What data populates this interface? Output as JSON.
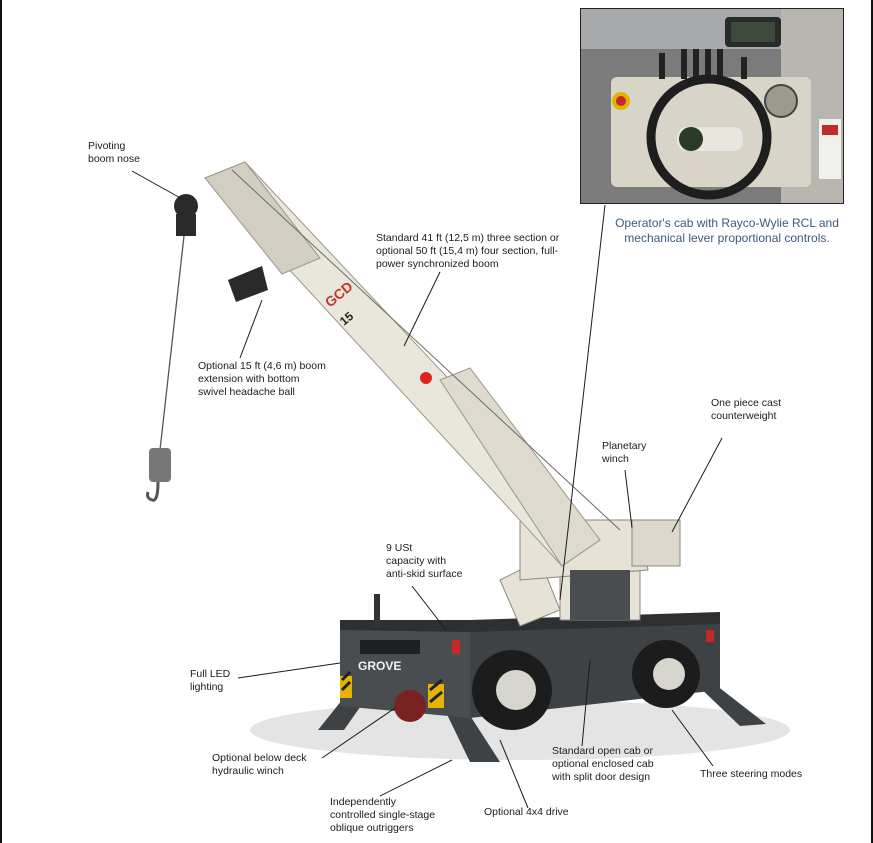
{
  "labels": {
    "pivoting_boom_nose": "Pivoting\nboom nose",
    "standard_boom": "Standard 41 ft (12,5 m) three section or\noptional 50 ft (15,4 m) four section, full-\npower synchronized boom",
    "boom_extension": "Optional 15 ft (4,6 m) boom\nextension with bottom\nswivel headache ball",
    "counterweight": "One piece cast\ncounterweight",
    "planetary_winch": "Planetary\nwinch",
    "deck_capacity": "9 USt\ncapacity with\nanti-skid surface",
    "led_lighting": "Full LED\nlighting",
    "below_deck_winch": "Optional below deck\nhydraulic winch",
    "outriggers": "Independently\ncontrolled single-stage\noblique outriggers",
    "drive": "Optional 4x4 drive",
    "cab": "Standard open cab or\noptional enclosed cab\nwith split door design",
    "steering": "Three steering modes"
  },
  "inset_caption": "Operator's cab with Rayco-Wylie RCL and\nmechanical lever proportional controls.",
  "brand": {
    "logo": "GROVE",
    "boom_decal": "GCD",
    "boom_number": "15"
  },
  "colors": {
    "crane_body": "#e6e2d6",
    "chassis": "#3f4245",
    "caption_blue": "#3d5a7a",
    "hazard_yellow": "#e6b400"
  }
}
